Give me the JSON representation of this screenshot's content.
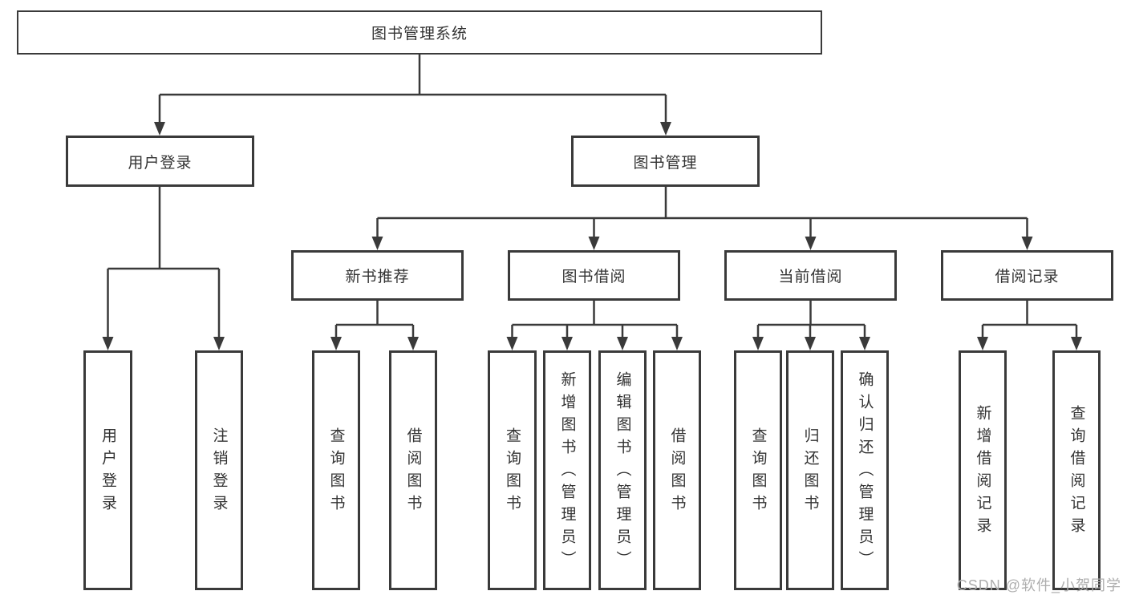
{
  "colors": {
    "line": "#3a3a3a",
    "text": "#333333",
    "watermark": "#aeaeae"
  },
  "watermark": "CSDN @软件_小贺同学",
  "tree": {
    "root": "图书管理系统",
    "branches": [
      {
        "label": "用户登录",
        "children": [
          "用户登录",
          "注销登录"
        ]
      },
      {
        "label": "图书管理",
        "groups": [
          {
            "label": "新书推荐",
            "children": [
              "查询图书",
              "借阅图书"
            ]
          },
          {
            "label": "图书借阅",
            "children": [
              "查询图书",
              "新增图书（管理员）",
              "编辑图书（管理员）",
              "借阅图书"
            ]
          },
          {
            "label": "当前借阅",
            "children": [
              "查询图书",
              "归还图书",
              "确认归还（管理员）"
            ]
          },
          {
            "label": "借阅记录",
            "children": [
              "新增借阅记录",
              "查询借阅记录"
            ]
          }
        ]
      }
    ]
  }
}
